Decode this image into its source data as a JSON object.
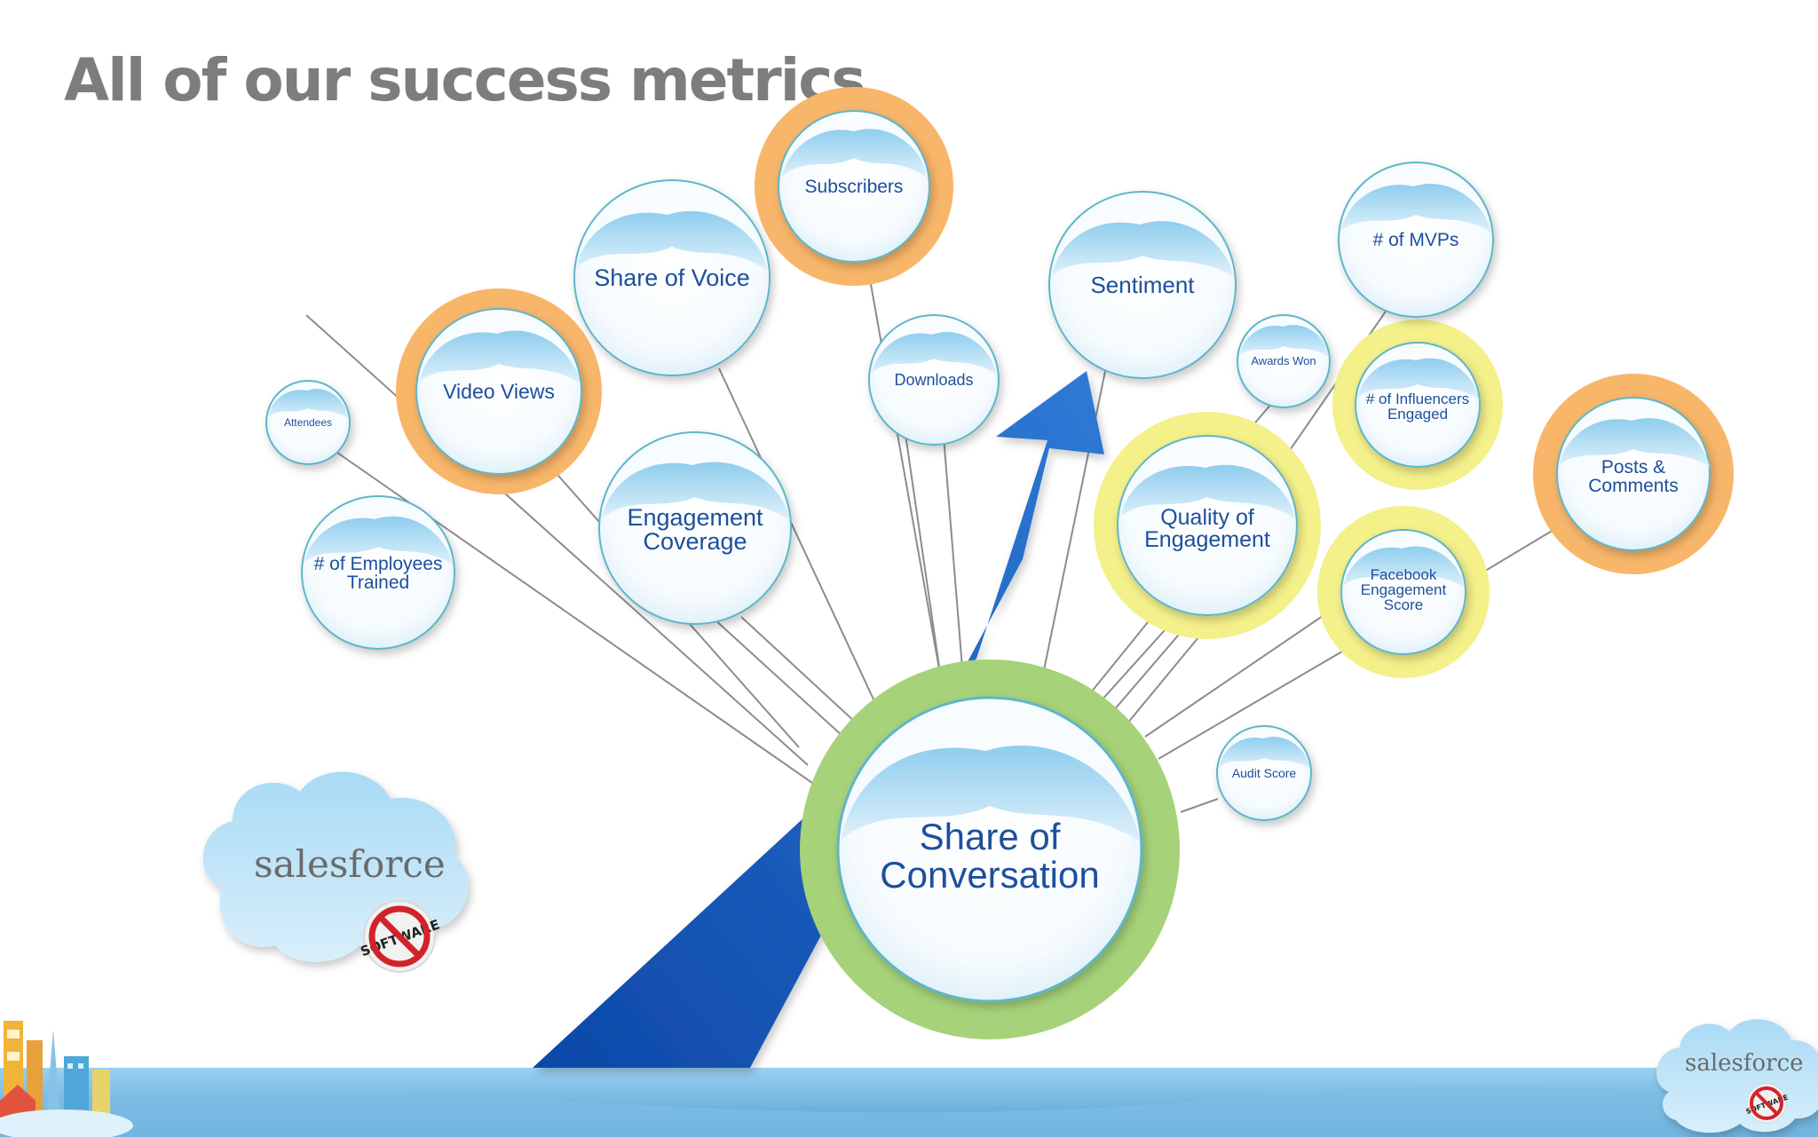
{
  "title": "All of our success metrics",
  "center": {
    "label_lines": [
      "Share of",
      "Conversation"
    ],
    "ring": "green"
  },
  "nodes": [
    {
      "id": "subscribers",
      "lines": [
        "Subscribers"
      ],
      "ring": "orange"
    },
    {
      "id": "share-of-voice",
      "lines": [
        "Share of Voice"
      ],
      "ring": "none"
    },
    {
      "id": "video-views",
      "lines": [
        "Video Views"
      ],
      "ring": "orange"
    },
    {
      "id": "attendees",
      "lines": [
        "Attendees"
      ],
      "ring": "none"
    },
    {
      "id": "employees-trained",
      "lines": [
        "# of Employees",
        "Trained"
      ],
      "ring": "none"
    },
    {
      "id": "engagement-coverage",
      "lines": [
        "Engagement",
        "Coverage"
      ],
      "ring": "none"
    },
    {
      "id": "downloads",
      "lines": [
        "Downloads"
      ],
      "ring": "none"
    },
    {
      "id": "sentiment",
      "lines": [
        "Sentiment"
      ],
      "ring": "none"
    },
    {
      "id": "mvps",
      "lines": [
        "# of MVPs"
      ],
      "ring": "none"
    },
    {
      "id": "awards-won",
      "lines": [
        "Awards Won"
      ],
      "ring": "none"
    },
    {
      "id": "influencers-engaged",
      "lines": [
        "# of Influencers",
        "Engaged"
      ],
      "ring": "yellow"
    },
    {
      "id": "quality-of-engagement",
      "lines": [
        "Quality of",
        "Engagement"
      ],
      "ring": "yellow"
    },
    {
      "id": "facebook-engagement",
      "lines": [
        "Facebook",
        "Engagement",
        "Score"
      ],
      "ring": "yellow"
    },
    {
      "id": "posts-comments",
      "lines": [
        "Posts &",
        "Comments"
      ],
      "ring": "orange"
    },
    {
      "id": "audit-score",
      "lines": [
        "Audit Score"
      ],
      "ring": "none"
    }
  ],
  "colors": {
    "title": "#7d7d7d",
    "label": "#1d4f9c",
    "orange_ring": "#f8b66a",
    "yellow_ring": "#f4f08a",
    "green_ring": "#a6d27a",
    "arrow": "#1f64c2",
    "bubble_border": "#5fb6c8",
    "footer": "#6ab0dc"
  },
  "logos": {
    "main": {
      "wordmark": "salesforce",
      "badge": "SOFTWARE"
    },
    "corner": {
      "wordmark": "salesforce",
      "badge": "SOFTWARE"
    }
  }
}
